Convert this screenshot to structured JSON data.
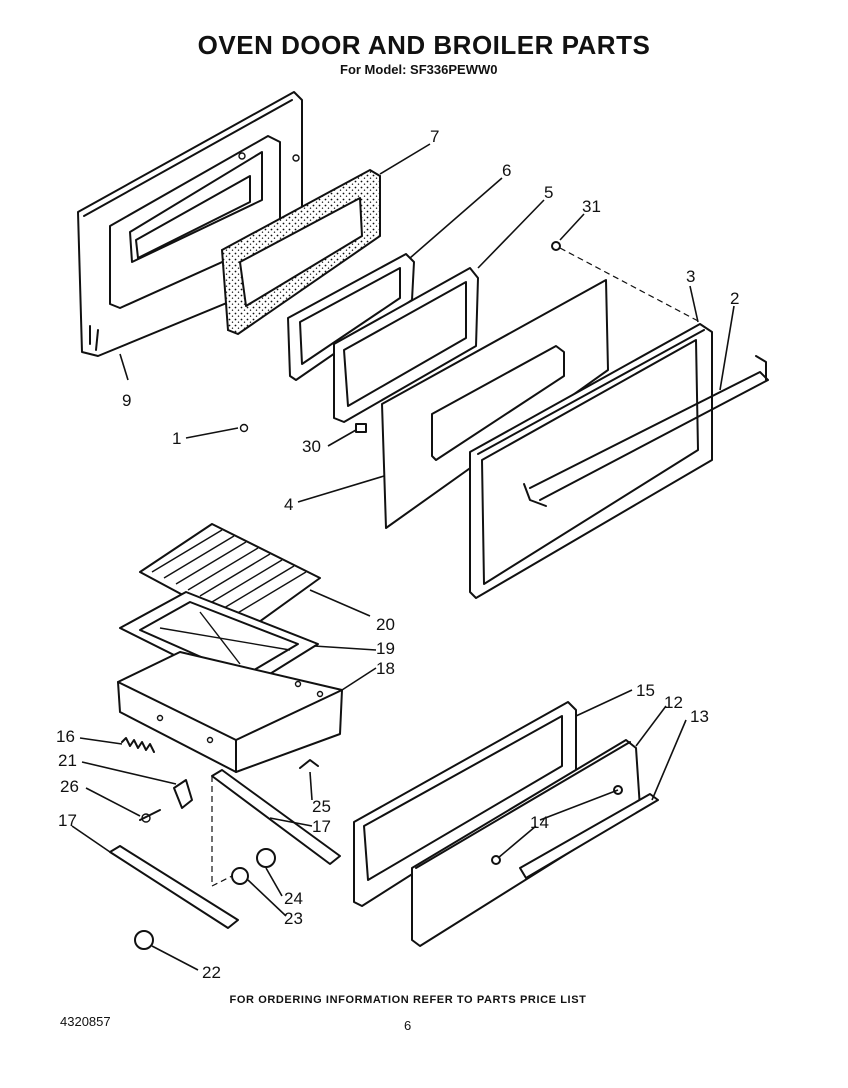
{
  "header": {
    "title": "OVEN DOOR AND BROILER PARTS",
    "subtitle": "For Model: SF336PEWW0"
  },
  "callouts": {
    "c1": "1",
    "c2": "2",
    "c3": "3",
    "c4": "4",
    "c5": "5",
    "c6": "6",
    "c7": "7",
    "c9": "9",
    "c12": "12",
    "c13": "13",
    "c14": "14",
    "c15": "15",
    "c16": "16",
    "c17a": "17",
    "c17b": "17",
    "c18": "18",
    "c19": "19",
    "c20": "20",
    "c21": "21",
    "c22": "22",
    "c23": "23",
    "c24": "24",
    "c25": "25",
    "c26": "26",
    "c30": "30",
    "c31": "31"
  },
  "footer": {
    "ordering_note": "FOR ORDERING INFORMATION REFER TO PARTS PRICE LIST",
    "doc_number": "4320857",
    "page_number": "6"
  }
}
